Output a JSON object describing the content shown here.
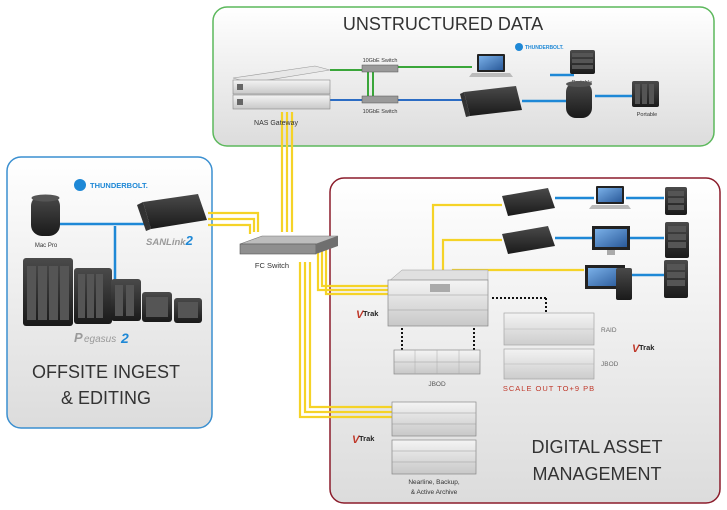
{
  "regions": {
    "unstructured": {
      "title": "UNSTRUCTURED DATA",
      "border_color": "#5cb85c"
    },
    "offsite": {
      "title_line1": "OFFSITE INGEST",
      "title_line2": "& EDITING",
      "border_color": "#3a8fd0"
    },
    "dam": {
      "title_line1": "DIGITAL ASSET",
      "title_line2": "MANAGEMENT",
      "border_color": "#8b1c2b"
    }
  },
  "labels": {
    "nas_gateway": "NAS Gateway",
    "switch_top": "10GbE Switch",
    "switch_bottom": "10GbE Switch",
    "portable_top": "Portable",
    "portable_bottom": "Portable",
    "thunderbolt_small": "THUNDERBOLT.",
    "thunderbolt_large": "THUNDERBOLT.",
    "mac_pro": "Mac Pro",
    "sanlink_text": "SANLink",
    "sanlink_num": "2",
    "pegasus_text": "egasus",
    "pegasus_num": "2",
    "fc_switch": "FC Switch",
    "jbod_bottom": "JBOD",
    "raid": "RAID",
    "jbod_right": "JBOD",
    "scale_out": "SCALE OUT TO+9 PB",
    "nearline_1": "Nearline, Backup,",
    "nearline_2": "& Active Archive",
    "vtrak": "Trak",
    "vtrak_v": "V"
  },
  "colors": {
    "fc_cable": "#f5d327",
    "tb_cable": "#1e88d6",
    "ten_gbe_green": "#3aa63a",
    "scale_out_text": "#c0392b"
  },
  "icons": [
    "thunderbolt-icon",
    "vtrak-logo",
    "mac-pro-icon",
    "laptop-icon",
    "monitor-icon",
    "storage-tower-icon"
  ]
}
